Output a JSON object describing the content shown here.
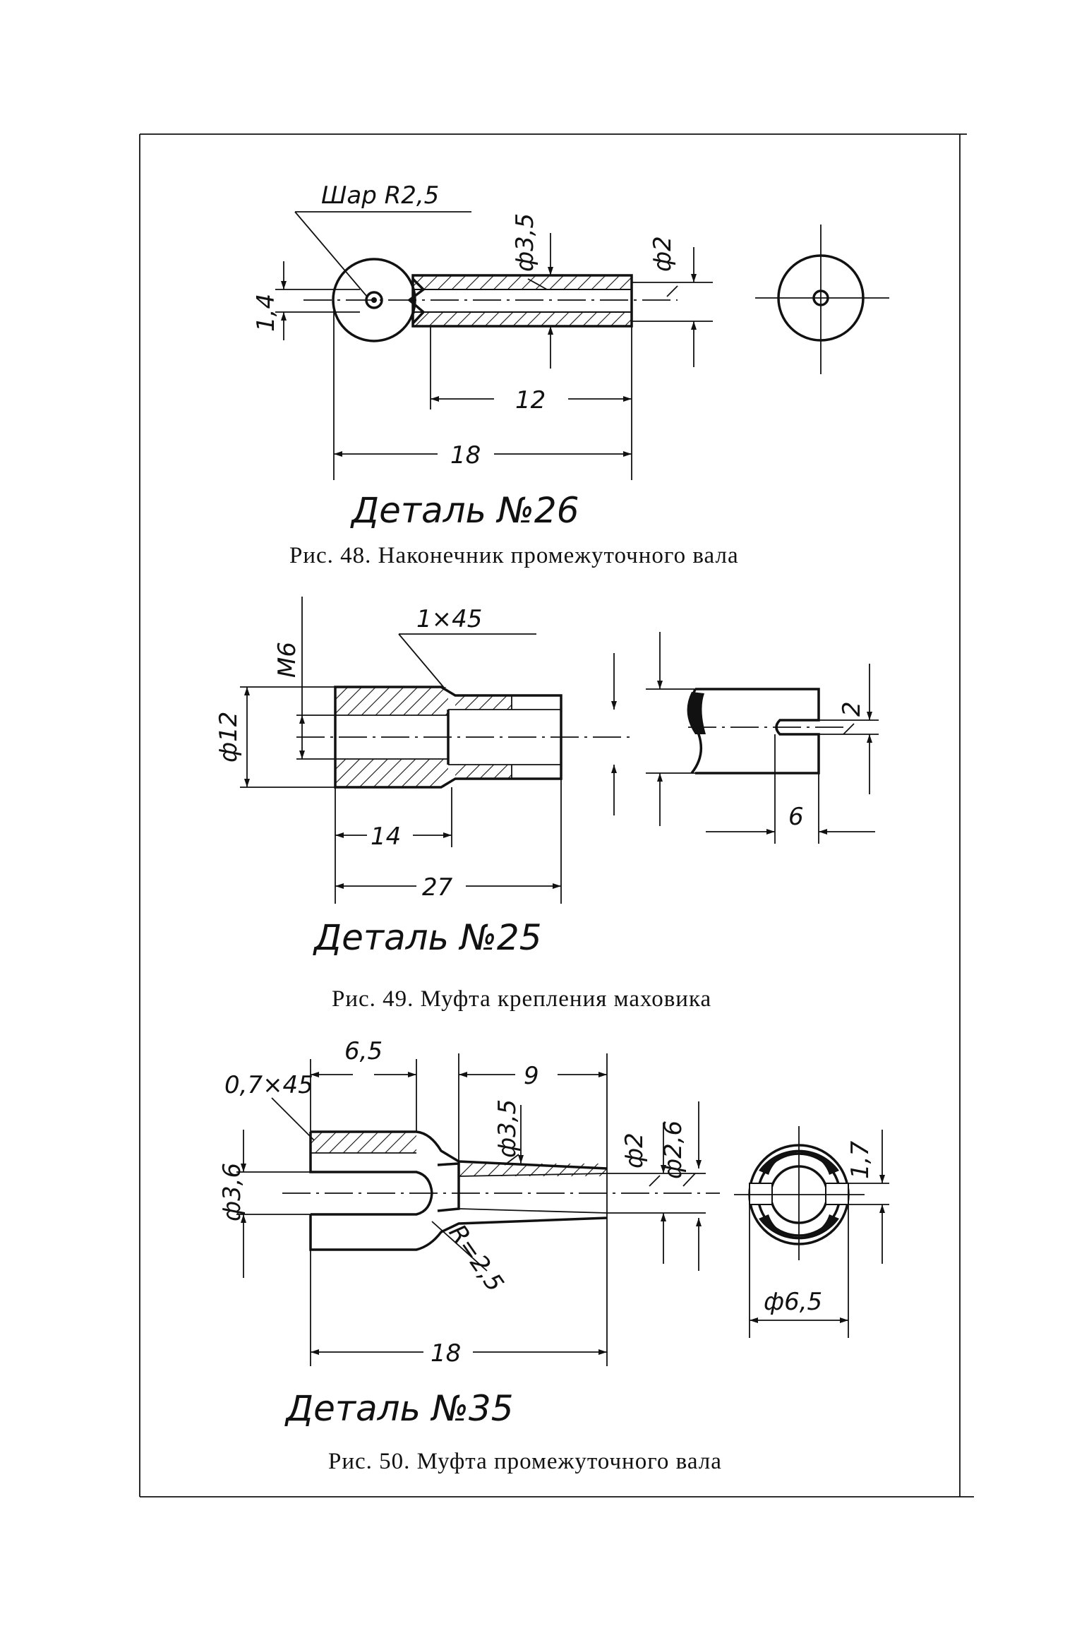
{
  "figures": [
    {
      "detail_label": "Деталь №26",
      "caption": "Рис. 48. Наконечник промежуточного вала",
      "dims": {
        "ball": "Шар R2,5",
        "d_outer": "ф3,5",
        "d_inner": "ф2",
        "offset": "1,4",
        "len_short": "12",
        "len_total": "18"
      }
    },
    {
      "detail_label": "Деталь №25",
      "caption": "Рис. 49. Муфта крепления маховика",
      "dims": {
        "chamfer": "1×45",
        "thread": "M6",
        "d_outer": "ф12",
        "len_thread": "14",
        "len_total": "27",
        "slot_width": "2",
        "slot_depth": "6"
      }
    },
    {
      "detail_label": "Деталь №35",
      "caption": "Рис. 50. Муфта промежуточного вала",
      "dims": {
        "chamfer": "0,7×45",
        "len_fork": "6,5",
        "len_tail": "9",
        "d_tail": "ф3,5",
        "d_bore": "ф3,6",
        "radius": "R=2,5",
        "d_inner": "ф2",
        "d_mid": "ф2,6",
        "slot": "1,7",
        "d_outer": "ф6,5",
        "len_total": "18"
      }
    }
  ]
}
